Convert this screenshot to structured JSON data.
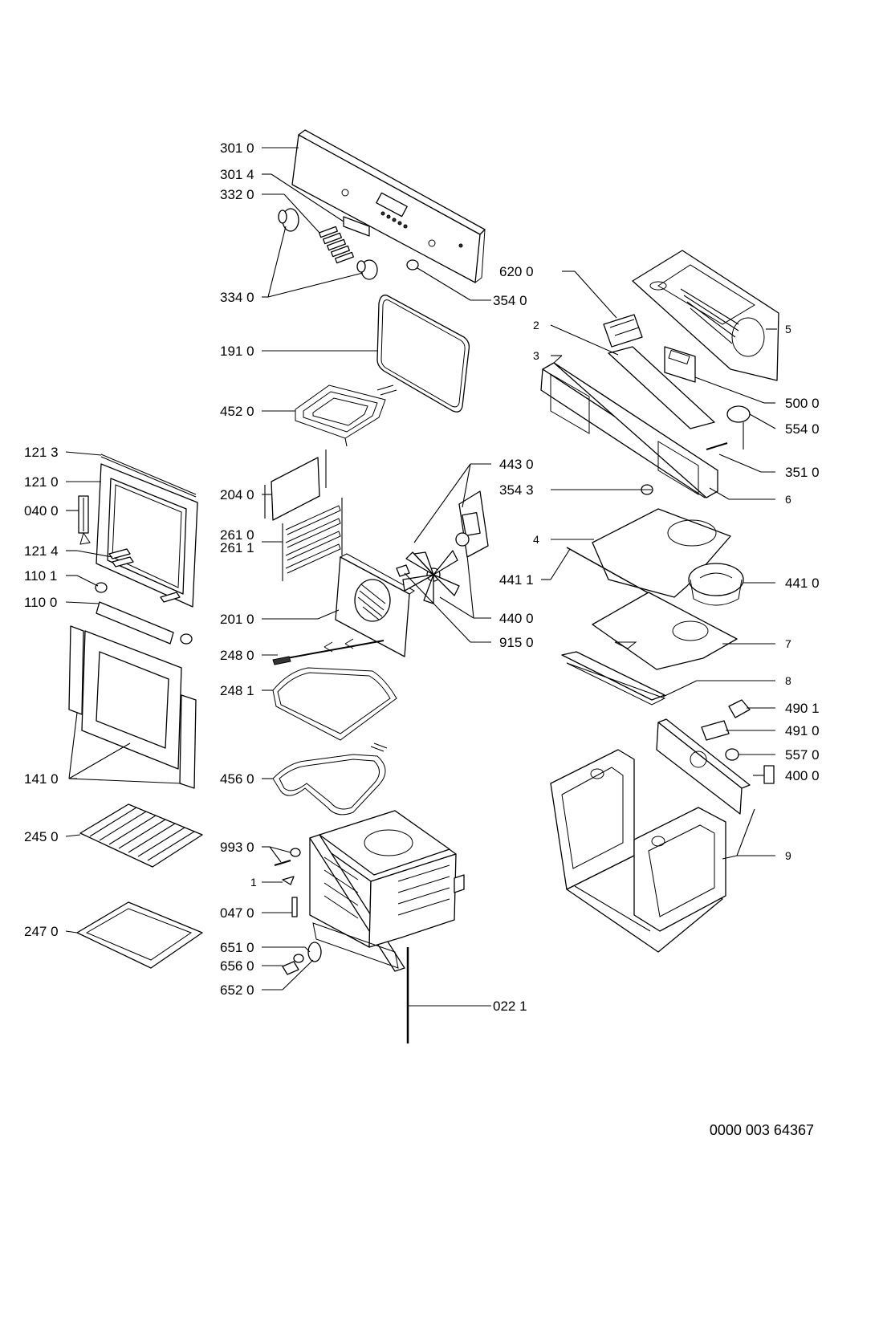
{
  "document_number": "0000 003 64367",
  "labels": {
    "l3010": "301 0",
    "l3014": "301 4",
    "l3320": "332 0",
    "l3340": "334 0",
    "l3540": "354 0",
    "l1910": "191 0",
    "l4520": "452 0",
    "l1213": "121 3",
    "l1210": "121 0",
    "l0400": "040 0",
    "l1214": "121 4",
    "l1101": "110 1",
    "l1100": "110 0",
    "l2040": "204 0",
    "l2610": "261 0",
    "l2611": "261 1",
    "l2010": "201 0",
    "l2480": "248 0",
    "l2481": "248 1",
    "l4560": "456 0",
    "l1410": "141 0",
    "l2450": "245 0",
    "l2470": "247 0",
    "l9930": "993 0",
    "l1": "1",
    "l0470": "047 0",
    "l6510": "651 0",
    "l6560": "656 0",
    "l6520": "652 0",
    "l0221": "022 1",
    "l6200": "620 0",
    "l2": "2",
    "l3": "3",
    "l5": "5",
    "l5000": "500 0",
    "l5540": "554 0",
    "l3510": "351 0",
    "l4430": "443 0",
    "l3543": "354 3",
    "l6": "6",
    "l4": "4",
    "l4411": "441 1",
    "l4410": "441 0",
    "l4400": "440 0",
    "l9150": "915 0",
    "l7": "7",
    "l8": "8",
    "l4901": "490 1",
    "l4910": "491 0",
    "l5570": "557 0",
    "l4000": "400 0",
    "l9": "9"
  }
}
